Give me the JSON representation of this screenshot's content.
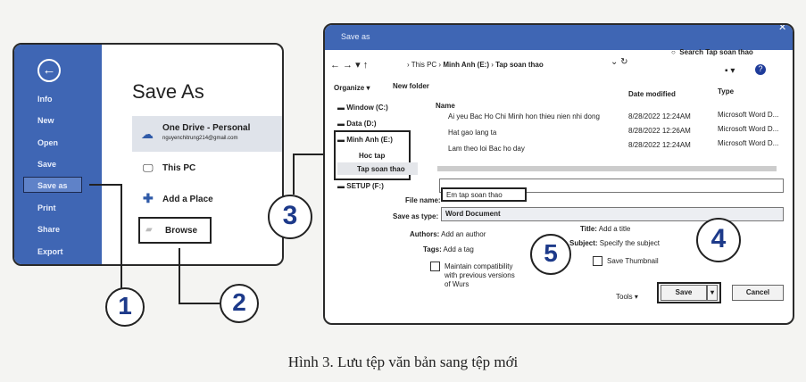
{
  "backstage": {
    "menu": [
      "Info",
      "New",
      "Open",
      "Save",
      "Save as",
      "Print",
      "Share",
      "Export"
    ],
    "title": "Save As",
    "onedrive_label": "One Drive - Personal",
    "onedrive_email": "nguyenchitrung214@gmail.com",
    "this_pc": "This PC",
    "add_place": "Add a Place",
    "browse": "Browse"
  },
  "dialog": {
    "title": "Save as",
    "breadcrumb": [
      "This PC",
      "Minh Anh (E:)",
      "Tap soan thao"
    ],
    "search_placeholder": "Search Tap soan thao",
    "organize": "Organize ▾",
    "new_folder": "New folder",
    "nav": [
      "Window (C:)",
      "Data (D:)",
      "Minh Anh (E:)",
      "Hoc tap",
      "Tap soan thao",
      "SETUP (F:)"
    ],
    "columns": {
      "name": "Name",
      "date": "Date modified",
      "type": "Type"
    },
    "files": [
      {
        "name": "Ai yeu Bac Ho Chi Minh hon thieu nien nhi dong",
        "date": "8/28/2022 12:24AM",
        "type": "Microsoft Word D..."
      },
      {
        "name": "Hat gao lang ta",
        "date": "8/28/2022 12:26AM",
        "type": "Microsoft Word D..."
      },
      {
        "name": "Lam theo loi Bac ho day",
        "date": "8/28/2022 12:24AM",
        "type": "Microsoft Word D..."
      }
    ],
    "file_name_label": "File name:",
    "file_name_value": "Em tap soan thao",
    "save_type_label": "Save as type:",
    "save_type_value": "Word Document",
    "authors_label": "Authors:",
    "authors_value": "Add an author",
    "tags_label": "Tags:",
    "tags_value": "Add a tag",
    "maintain": "Maintain compatibility with previous versions of Wurs",
    "title_label": "Title:",
    "title_value": "Add a title",
    "subject_label": "Subject:",
    "subject_value": "Specify the subject",
    "thumbnail": "Save Thumbnail",
    "tools": "Tools ▾",
    "save": "Save",
    "cancel": "Cancel"
  },
  "steps": [
    "1",
    "2",
    "3",
    "4",
    "5"
  ],
  "caption": "Hình 3. Lưu tệp văn bản sang tệp mới"
}
